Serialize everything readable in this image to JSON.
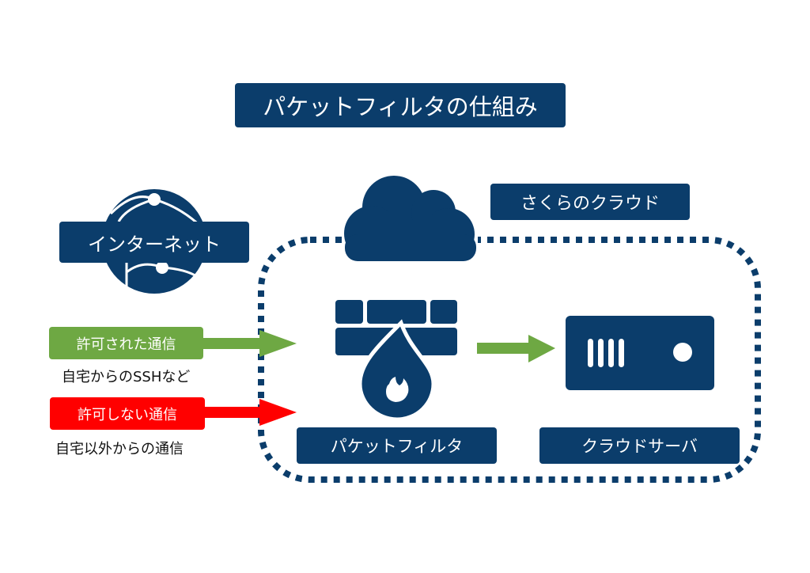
{
  "title": "パケットフィルタの仕組み",
  "internet": {
    "label": "インターネット",
    "icon": "globe-network-icon"
  },
  "cloud": {
    "label": "さくらのクラウド",
    "icon": "cloud-icon"
  },
  "packet_filter": {
    "label": "パケットフィルタ",
    "icon": "firewall-icon"
  },
  "cloud_server": {
    "label": "クラウドサーバ",
    "icon": "server-icon"
  },
  "traffic": {
    "allowed": {
      "label": "許可された通信",
      "caption": "自宅からのSSHなど",
      "color": "#6ea843"
    },
    "denied": {
      "label": "許可しない通信",
      "caption": "自宅以外からの通信",
      "color": "#ff0000"
    }
  },
  "colors": {
    "primary": "#0b3d6b",
    "allowed": "#6ea843",
    "denied": "#ff0000"
  }
}
